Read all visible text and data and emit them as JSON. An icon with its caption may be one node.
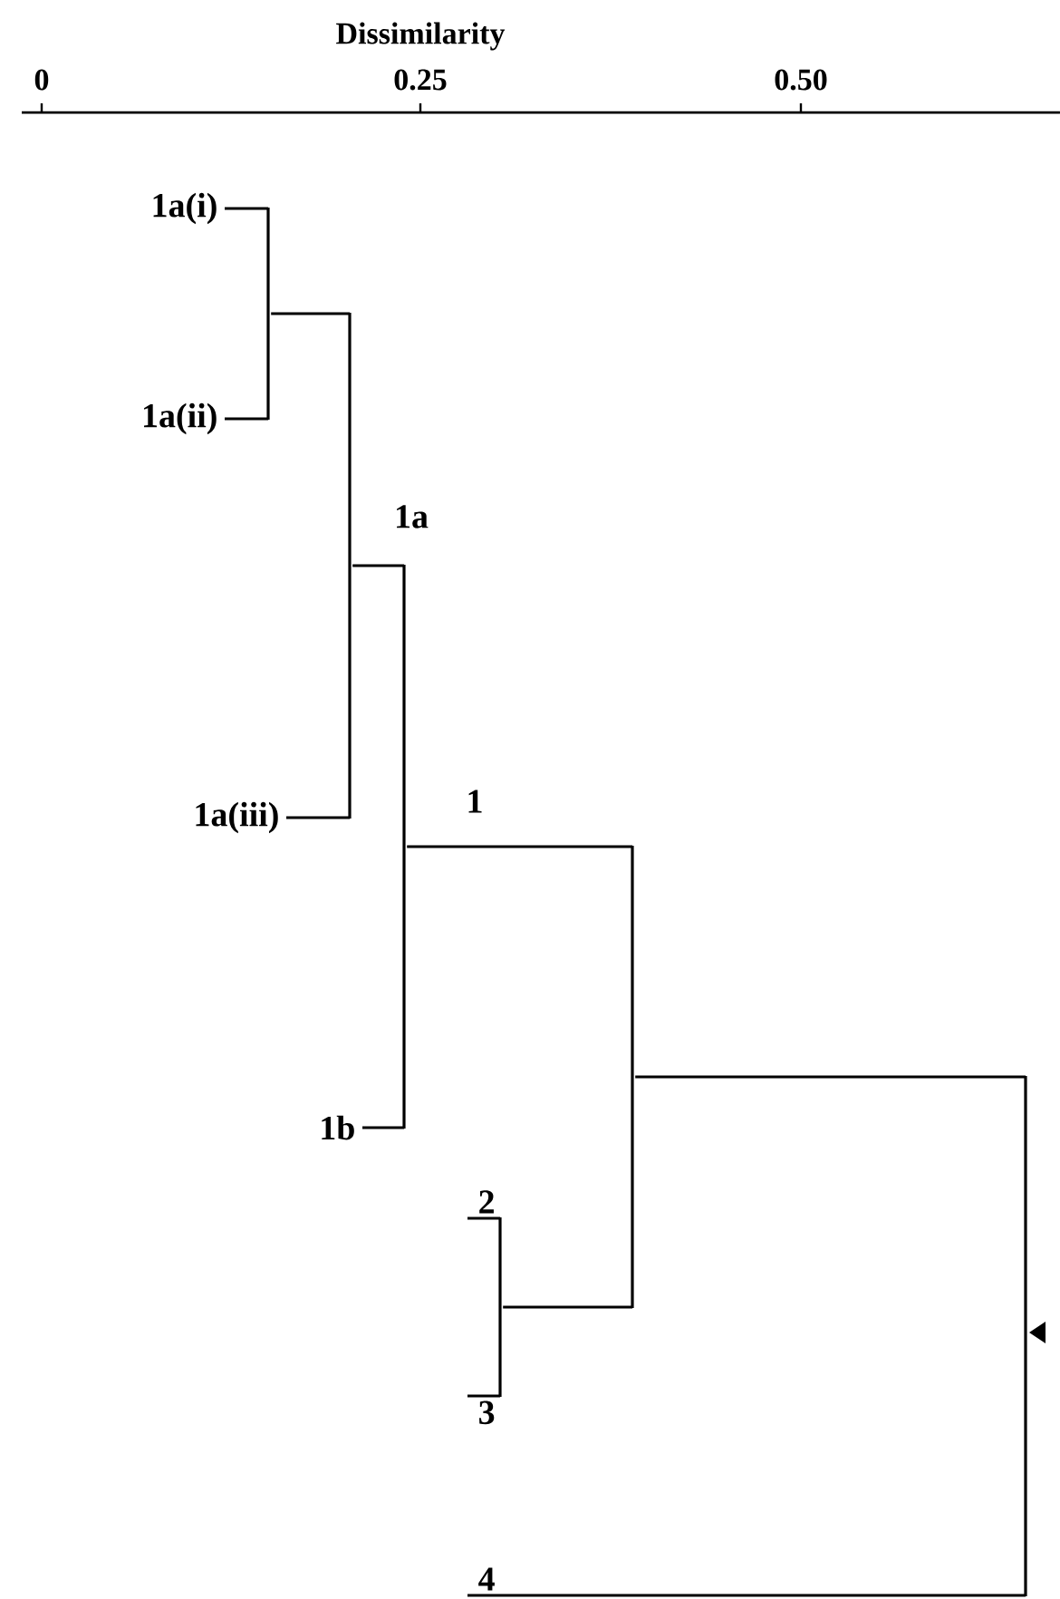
{
  "diagram": {
    "nodes": [
      {
        "text": [
          "1a(i)"
        ]
      },
      {
        "text": [
          "1a(ii)"
        ]
      },
      {
        "text": [
          "1a(iii)"
        ]
      },
      {
        "text": [
          "1b"
        ]
      },
      {
        "text": [
          "2"
        ]
      },
      {
        "text": [
          "3"
        ]
      },
      {
        "text": [
          "4"
        ]
      },
      {
        "text": [],
        "shape": "bar"
      },
      {
        "text": [],
        "shape": "bar"
      },
      {
        "text": [],
        "shape": "bar"
      },
      {
        "text": [],
        "shape": "bar"
      },
      {
        "text": [],
        "shape": "bar"
      },
      {
        "text": [],
        "shape": "bar"
      }
    ],
    "edges": [
      {
        "from": 0,
        "to": 7,
        "arrow": "none"
      },
      {
        "from": 1,
        "to": 7,
        "arrow": "none"
      },
      {
        "from": 7,
        "to": 8,
        "arrow": "none"
      },
      {
        "from": 2,
        "to": 8,
        "arrow": "none"
      },
      {
        "from": 8,
        "to": 9,
        "arrow": "none"
      },
      {
        "from": 3,
        "to": 9,
        "arrow": "none"
      },
      {
        "from": 4,
        "to": 10,
        "arrow": "none"
      },
      {
        "from": 5,
        "to": 10,
        "arrow": "none"
      },
      {
        "from": 9,
        "to": 11,
        "arrow": "none"
      },
      {
        "from": 10,
        "to": 11,
        "arrow": "none"
      },
      {
        "from": 11,
        "to": 12,
        "arrow": "none"
      },
      {
        "from": 6,
        "to": 12,
        "arrow": "none"
      }
    ],
    "labels": [
      "Dissimilarity",
      "0",
      "0.25",
      "0.50",
      "1a",
      "1"
    ]
  }
}
